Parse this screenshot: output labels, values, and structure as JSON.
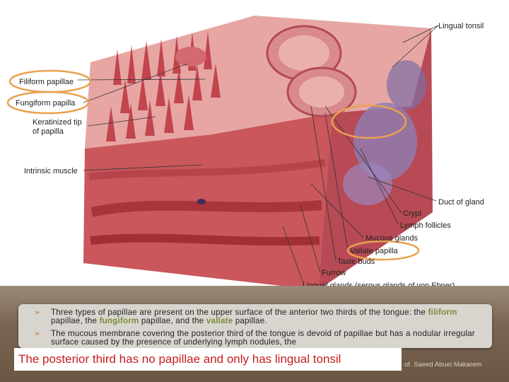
{
  "figure": {
    "labels": {
      "lingual_tonsil": "Lingual tonsil",
      "filiform": "Filiform papillae",
      "fungiform": "Fungiform papilla",
      "keratinized_1": "Keratinized tip",
      "keratinized_2": "of papilla",
      "intrinsic_muscle": "Intrinsic muscle",
      "duct_of_gland": "Duct of gland",
      "crypt": "Crypt",
      "lymph_follicles": "Lymph follicles",
      "mucous_glands": "Mucous glands",
      "vallate": "Vallate papilla",
      "taste_buds": "Taste buds",
      "furrow": "Furrow",
      "lingual_glands": "Lingual glands (serous glands of von Ebner)"
    },
    "colors": {
      "tissue": "#c9575c",
      "tissue_light": "#e7a6a3",
      "muscle": "#b33a3f",
      "gland": "#8f7db3",
      "highlight": "#e9a251"
    }
  },
  "text": {
    "bullet1_a": "Three types of papillae are present on the upper surface of the anterior two thirds of the tongue: the ",
    "filiform": "filiform",
    "bullet1_b": " papillae, the ",
    "fungiform": "fungiform",
    "bullet1_c": " papillae, and the ",
    "vallate": "vallate",
    "bullet1_d": " papillae.",
    "bullet2": "The mucous membrane covering the posterior third of the tongue is devoid of papillae but has a nodular irregular surface caused by the presence of underlying lymph nodules, the",
    "caption": "The posterior third has no papillae and only has lingual tonsil",
    "credit": "of. Saeed Abuel Makarem"
  }
}
